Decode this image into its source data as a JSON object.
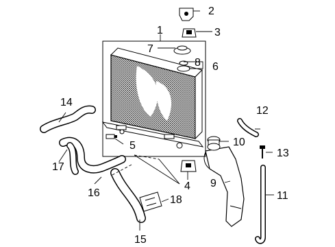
{
  "diagram": {
    "callouts": [
      {
        "id": "1",
        "text": "1"
      },
      {
        "id": "2",
        "text": "2"
      },
      {
        "id": "3",
        "text": "3"
      },
      {
        "id": "4",
        "text": "4"
      },
      {
        "id": "5",
        "text": "5"
      },
      {
        "id": "6",
        "text": "6"
      },
      {
        "id": "7",
        "text": "7"
      },
      {
        "id": "8",
        "text": "8"
      },
      {
        "id": "9",
        "text": "9"
      },
      {
        "id": "10",
        "text": "10"
      },
      {
        "id": "11",
        "text": "11"
      },
      {
        "id": "12",
        "text": "12"
      },
      {
        "id": "13",
        "text": "13"
      },
      {
        "id": "14",
        "text": "14"
      },
      {
        "id": "15",
        "text": "15"
      },
      {
        "id": "16",
        "text": "16"
      },
      {
        "id": "17",
        "text": "17"
      },
      {
        "id": "18",
        "text": "18"
      }
    ]
  }
}
